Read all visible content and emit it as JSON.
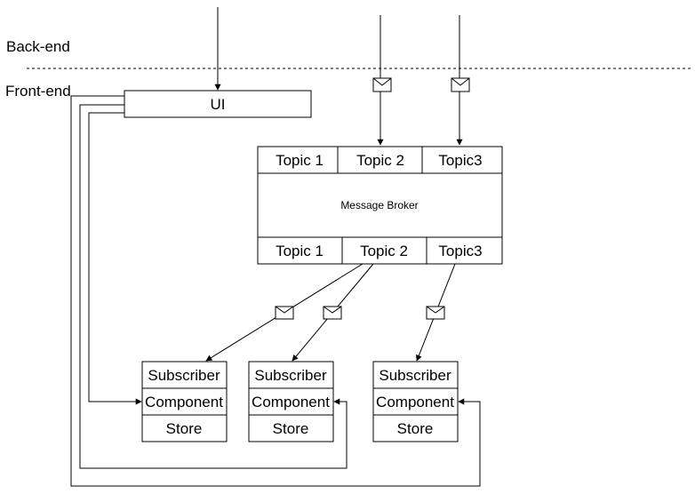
{
  "labels": {
    "backend": "Back-end",
    "frontend": "Front-end"
  },
  "ui": {
    "label": "UI"
  },
  "broker": {
    "center_label": "Message Broker",
    "top_topics": [
      "Topic 1",
      "Topic 2",
      "Topic3"
    ],
    "bottom_topics": [
      "Topic 1",
      "Topic 2",
      "Topic3"
    ]
  },
  "subscribers": [
    {
      "rows": [
        "Subscriber",
        "Component",
        "Store"
      ]
    },
    {
      "rows": [
        "Subscriber",
        "Component",
        "Store"
      ]
    },
    {
      "rows": [
        "Subscriber",
        "Component",
        "Store"
      ]
    }
  ],
  "icons": [
    "envelope-icon",
    "arrowhead-icon"
  ]
}
